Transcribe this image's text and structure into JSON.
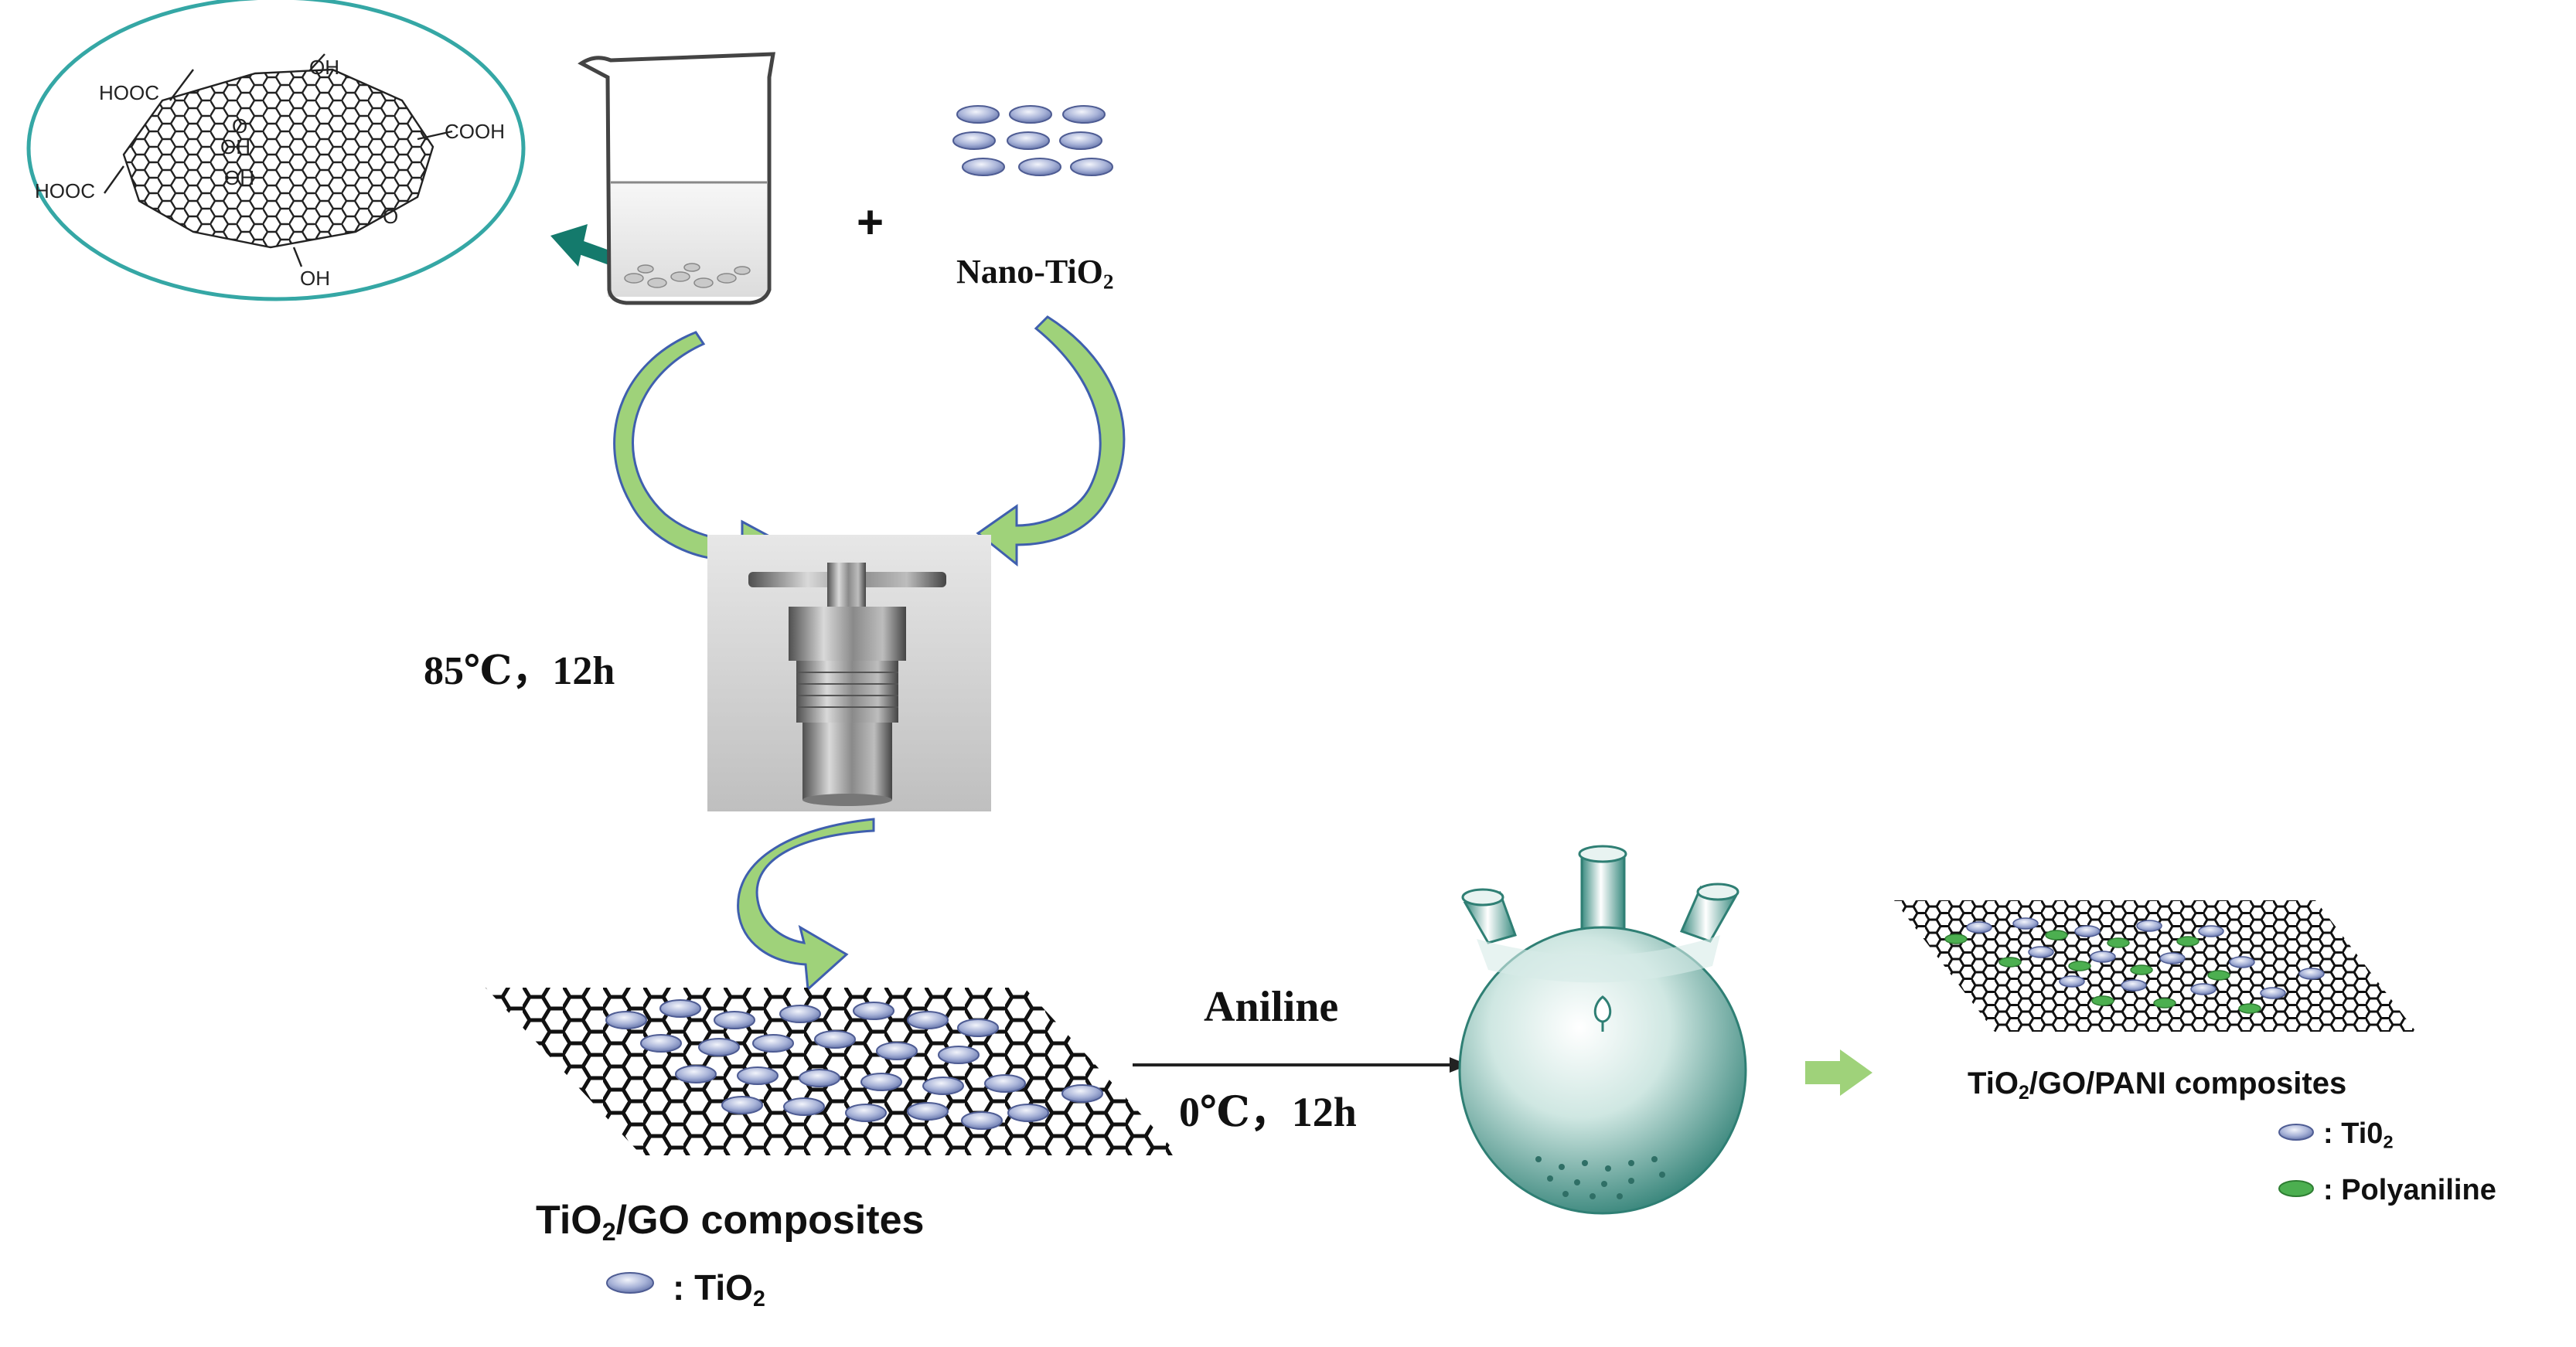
{
  "go_structure": {
    "groups": [
      "HOOC",
      "OH",
      "COOH",
      "HOOC",
      "O",
      "OH",
      "O",
      "OH",
      "OH"
    ]
  },
  "nano_tio2": {
    "label_main": "Nano-TiO",
    "label_sub": "2"
  },
  "plus_sign": "+",
  "reaction1": {
    "temperature": "85℃",
    "separator": "，",
    "time": "12h"
  },
  "tio2_go": {
    "title_a": "TiO",
    "title_sub": "2",
    "title_b": "/GO composites",
    "legend_label_a": ": TiO",
    "legend_label_sub": "2"
  },
  "reaction2": {
    "reagent": "Aniline",
    "temperature": "0℃",
    "separator": "，",
    "time": "12h"
  },
  "pani": {
    "title_a": "TiO",
    "title_sub": "2",
    "title_b": "/GO/PANI composites",
    "legend_tio2_a": ": Ti0",
    "legend_tio2_sub": "2",
    "legend_pani": ": Polyaniline"
  },
  "colors": {
    "arrow_green": "#9fd27a",
    "arrow_outline": "#3f5fae",
    "tio2_particle": "#8b99c8",
    "polyaniline_particle": "#4caf50",
    "flask_teal": "#2f7f74",
    "ellipse_outline": "#35a7a5",
    "pointer_arrow": "#147a6c"
  },
  "icons": [
    "go-molecule-icon",
    "beaker-icon",
    "nano-particles-icon",
    "autoclave-icon",
    "graphene-sheet-icon",
    "round-flask-icon",
    "flow-arrow-icon"
  ]
}
